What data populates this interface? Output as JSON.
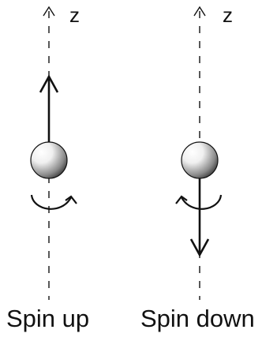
{
  "axis_label_left": "z",
  "axis_label_right": "z",
  "caption_left": "Spin up",
  "caption_right": "Spin down",
  "colors": {
    "ink": "#111111",
    "sphere_highlight": "#ffffff",
    "sphere_shadow": "#2a2a2a"
  }
}
